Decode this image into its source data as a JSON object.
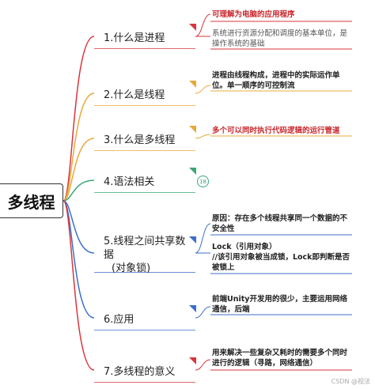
{
  "root": {
    "label": "多线程"
  },
  "branches": [
    {
      "label": "1.什么是进程",
      "color": "#d9363e",
      "notes": [
        {
          "text": "可理解为电脑的应用程序",
          "style": "red"
        },
        {
          "text": "系统进行资源分配和调度的基本单位，是操作系统的基础",
          "style": "gray"
        }
      ]
    },
    {
      "label": "2.什么是线程",
      "color": "#e8a93b",
      "notes": [
        {
          "text": "进程由线程构成，进程中的实际运作单位。单一顺序的可控制流",
          "style": "dark"
        }
      ]
    },
    {
      "label": "3.什么是多线程",
      "color": "#e8a93b",
      "notes": [
        {
          "text": "多个可以同时执行代码逻辑的运行管道",
          "style": "red"
        }
      ]
    },
    {
      "label": "4.语法相关",
      "color": "#3aa776",
      "badge": "18",
      "notes": []
    },
    {
      "label_line1": "5.线程之间共享数据",
      "label_line2": "(对象锁)",
      "color": "#3c6fc9",
      "notes": [
        {
          "text": "原因：存在多个线程共享同一个数据的不安全性",
          "style": "dark"
        },
        {
          "text": "Lock（引用对象）",
          "style": "dark"
        },
        {
          "text": "//该引用对象被当成锁，Lock即判断是否被锁上",
          "style": "dark"
        }
      ]
    },
    {
      "label": "6.应用",
      "color": "#3c6fc9",
      "notes": [
        {
          "text": "前端Unity开发用的很少，主要运用网络通信，后端",
          "style": "dark"
        }
      ]
    },
    {
      "label": "7.多线程的意义",
      "color": "#d9363e",
      "notes": [
        {
          "text": "用来解决一些复杂又耗时的需要多个同时进行的逻辑（寻路，网络通信）",
          "style": "dark"
        }
      ]
    }
  ],
  "watermark": "CSDN @视法"
}
